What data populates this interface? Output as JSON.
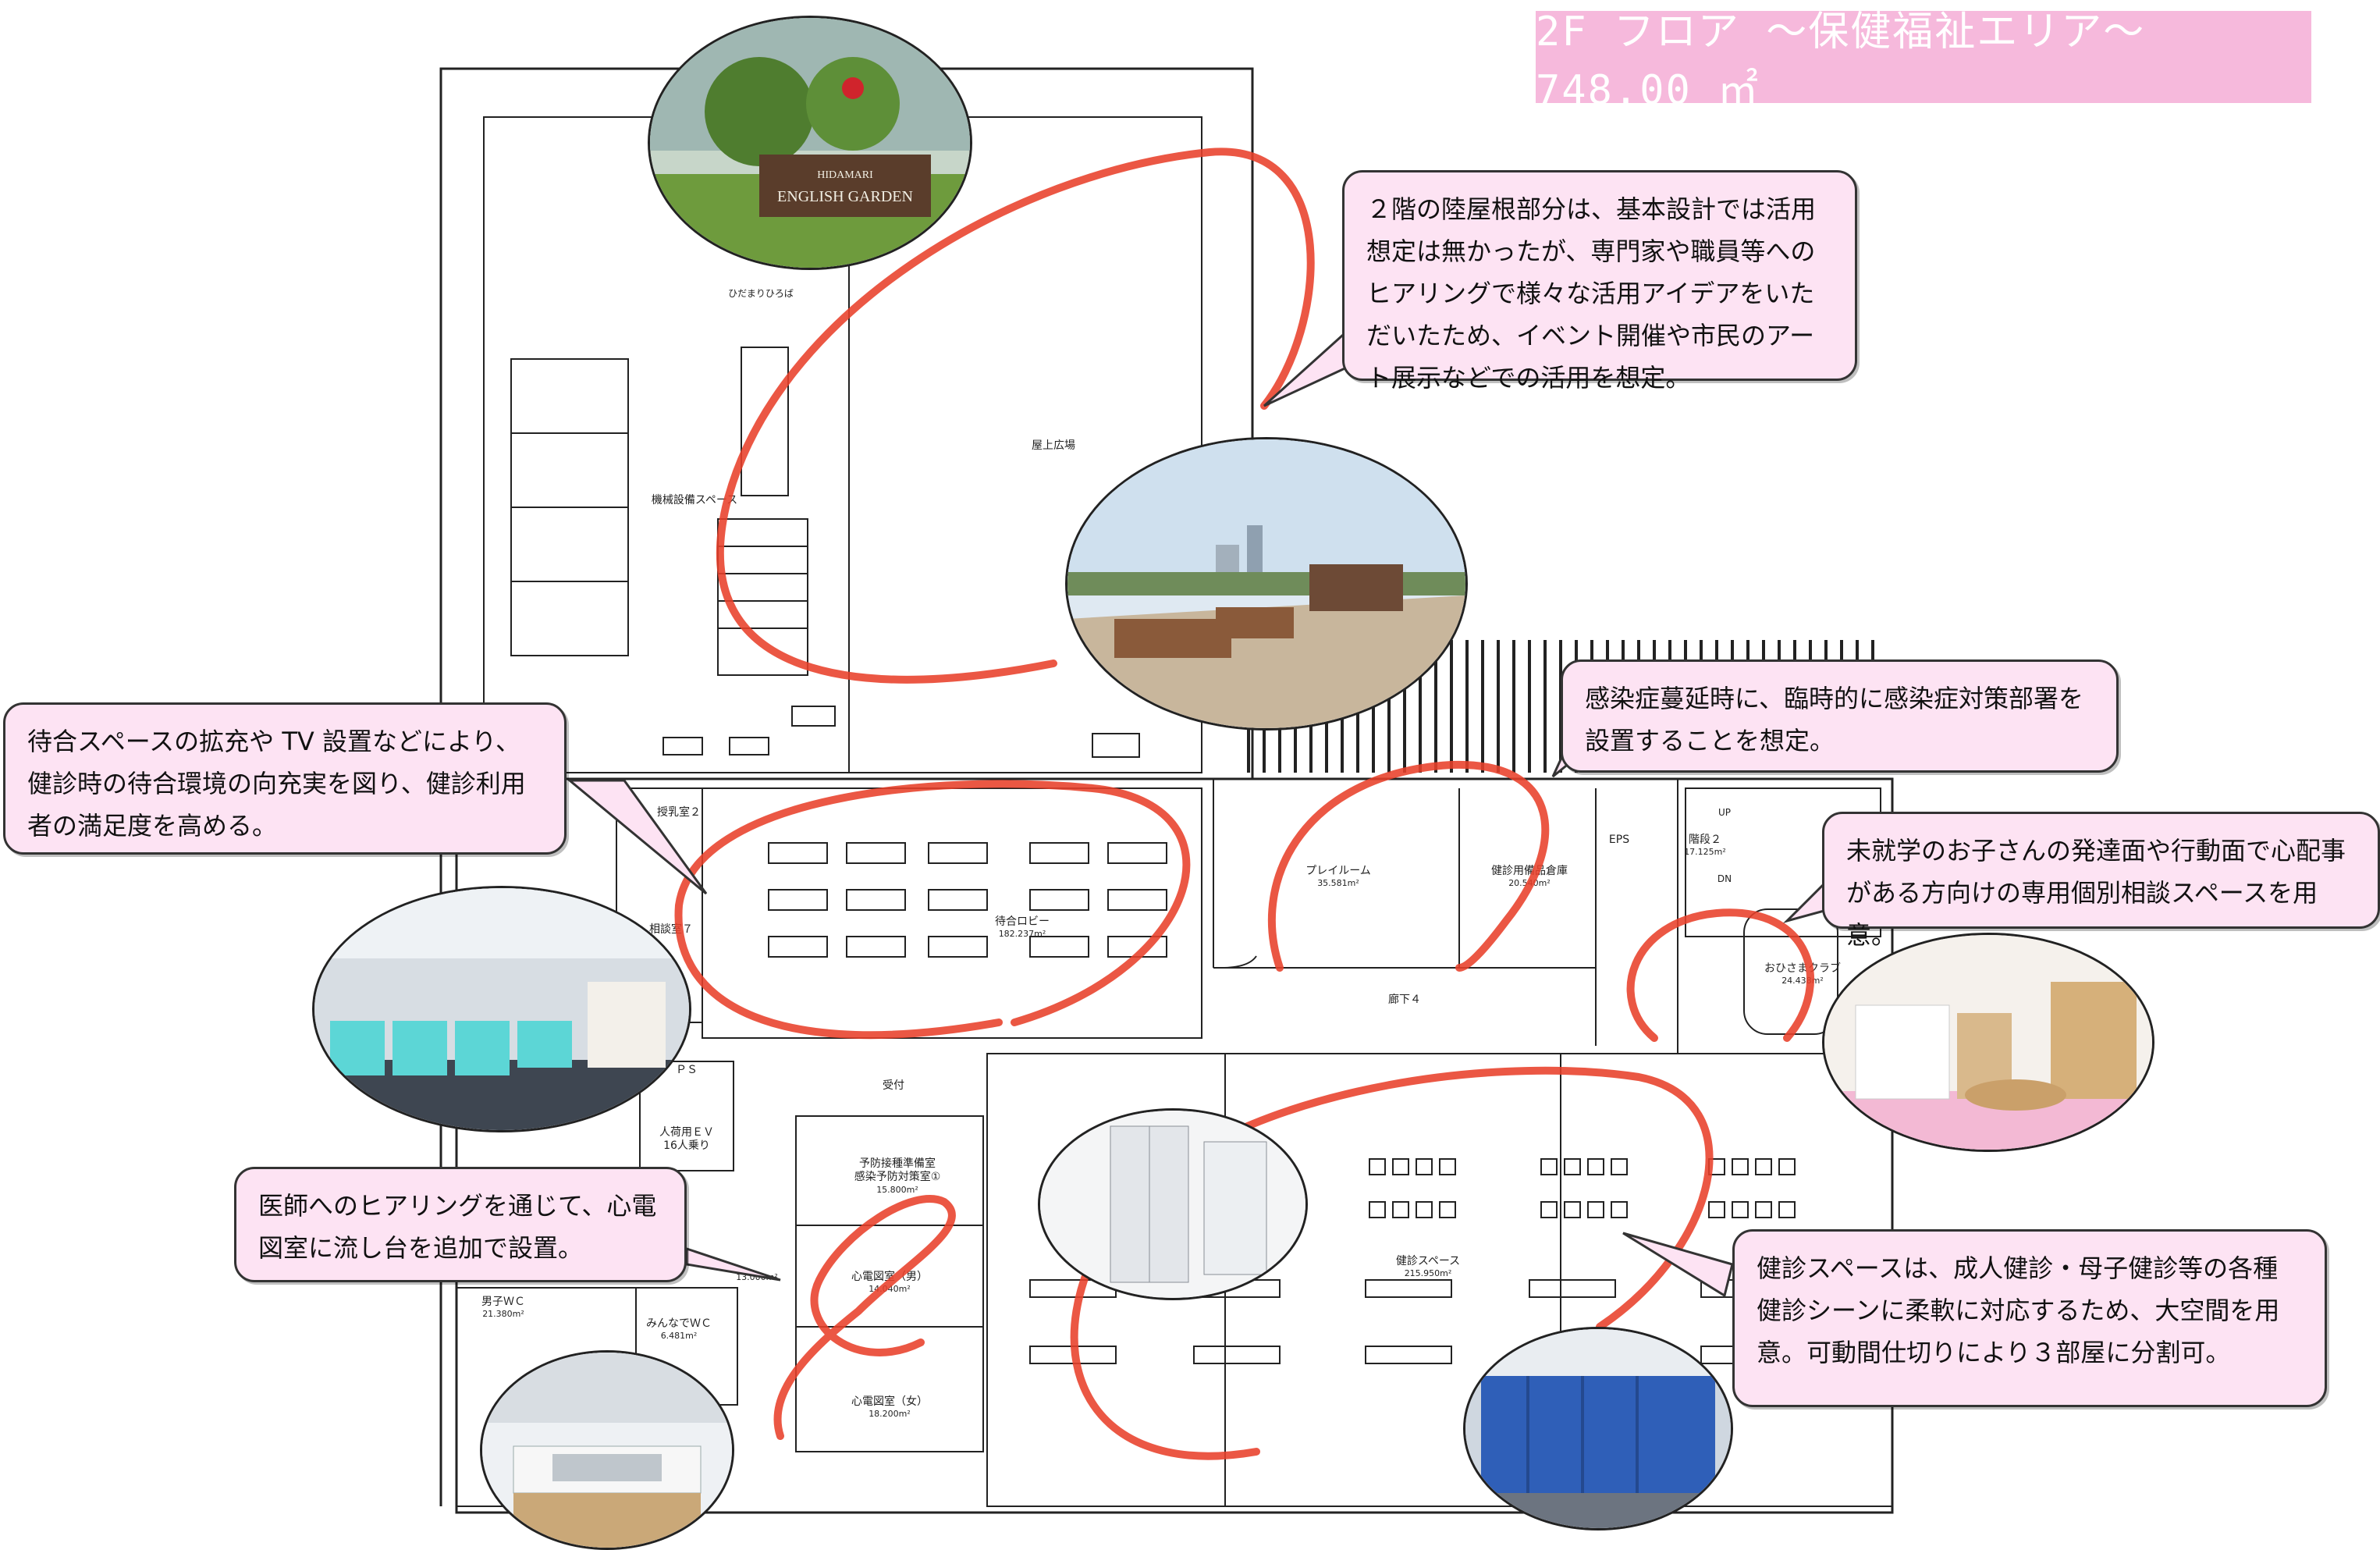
{
  "header": {
    "title": "2F フロア ～保健福祉エリア～　748.00 ㎡"
  },
  "callouts": {
    "roof": "２階の陸屋根部分は、基本設計では活用想定は無かったが、専門家や職員等へのヒアリングで様々な活用アイデアをいただいたため、イベント開催や市民のアート展示などでの活用を想定。",
    "infection": "感染症蔓延時に、臨時的に感染症対策部署を設置することを想定。",
    "waiting": "待合スペースの拡充や TV 設置などにより、健診時の待合環境の向充実を図り、健診利用者の満足度を高める。",
    "consult": "未就学のお子さんの発達面や行動面で心配事がある方向けの専用個別相談スペースを用意。",
    "ecg": "医師へのヒアリングを通じて、心電図室に流し台を追加で設置。",
    "checkup": "健診スペースは、成人健診・母子健診等の各種健診シーンに柔軟に対応するため、大空間を用意。可動間仕切りにより３部屋に分割可。"
  },
  "rooms": {
    "rooftop": "屋上広場",
    "machine": "機械設備スペース",
    "lobby": "待合ロビー",
    "lobby_area": "182.237m²",
    "playroom": "プレイルーム",
    "playroom_area": "35.581m²",
    "storage": "健診用備品倉庫",
    "storage_area": "20.540m²",
    "corridor": "廊下４",
    "ohisama": "おひさまクラブ",
    "ohisama_area": "24.438m²",
    "stairs2": "階段２",
    "stairs2_area": "17.125m²",
    "eps": "EPS",
    "nursing": "授乳室２",
    "consult_room": "相談室７",
    "reception": "受付",
    "elevator": "人荷用ＥＶ",
    "elevator_sub": "16人乗り",
    "ps": "ＰＳ",
    "vaccine": "予防接種準備室",
    "vaccine2": "感染予防対策室①",
    "vaccine_area": "15.800m²",
    "ecg_m": "心電図室（男）",
    "ecg_m_area": "14.040m²",
    "ecg_f": "心電図室（女）",
    "ecg_f_area": "18.200m²",
    "checkup_space": "健診スペース",
    "checkup_area": "215.950m²",
    "men_wc": "男子ＷＣ",
    "men_wc_area": "21.380m²",
    "multi_wc": "みんなでＷＣ",
    "multi_wc_area": "6.481m²",
    "small_area": "13.000m²",
    "hidamari": "ひだまりひろば",
    "up": "UP",
    "dn": "DN"
  },
  "photos": {
    "garden_sign_1": "HIDAMARI",
    "garden_sign_2": "ENGLISH GARDEN"
  },
  "colors": {
    "title_bg": "#f6b9dc",
    "callout_bg": "#fde3f3",
    "marker_red": "#e8402a"
  }
}
